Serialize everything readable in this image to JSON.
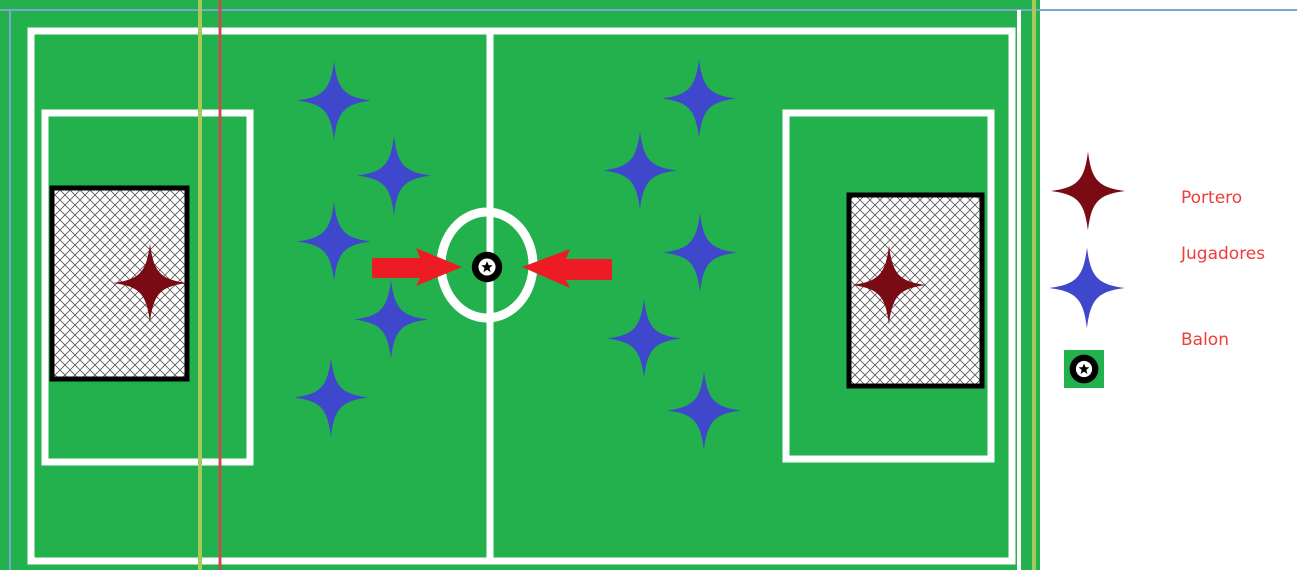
{
  "legend": {
    "items": [
      {
        "label": "Portero",
        "icon": "four-point-star-icon",
        "color": "#7a0a14"
      },
      {
        "label": "Jugadores",
        "icon": "four-point-star-icon",
        "color": "#3f48cc"
      },
      {
        "label": "Balon",
        "icon": "soccer-ball-icon",
        "color": "#000000"
      }
    ]
  },
  "colors": {
    "field": "#22b14c",
    "lines": "#ffffff",
    "goalkeeper": "#7a0a14",
    "players": "#3f48cc",
    "arrows": "#ed1c24",
    "frame_blue": "#7ea4d2",
    "guide_green": "#a9c85a",
    "guide_red": "#c0504d"
  }
}
